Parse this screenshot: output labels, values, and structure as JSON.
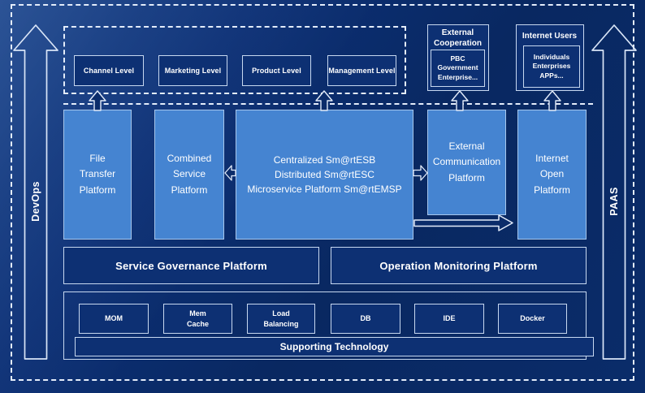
{
  "diagram": {
    "rails": {
      "left_label": "DevOps",
      "right_label": "PAAS"
    },
    "levels": {
      "items": [
        {
          "label": "Channel Level"
        },
        {
          "label": "Marketing Level"
        },
        {
          "label": "Product Level"
        },
        {
          "label": "Management Level"
        }
      ]
    },
    "external_cooperation": {
      "title": "External\nCooperation",
      "body": "PBC Government\nEnterprise..."
    },
    "internet_users": {
      "title": "Internet Users",
      "body": "Individuals\nEnterprises\nAPPs..."
    },
    "platforms": {
      "file_transfer": "File\nTransfer\nPlatform",
      "combined_service": "Combined\nService\nPlatform",
      "esb_suite": "Centralized Sm@rtESB\nDistributed Sm@rtESC\nMicroservice Platform Sm@rtEMSP",
      "external_communication": "External\nCommunication\nPlatform",
      "internet_open": "Internet\nOpen\nPlatform"
    },
    "governance": {
      "service": "Service Governance Platform",
      "operation": "Operation Monitoring Platform"
    },
    "supporting": {
      "title": "Supporting Technology",
      "items": [
        {
          "label": "MOM"
        },
        {
          "label": "Mem\nCache"
        },
        {
          "label": "Load\nBalancing"
        },
        {
          "label": "DB"
        },
        {
          "label": "IDE"
        },
        {
          "label": "Docker"
        }
      ]
    },
    "colors": {
      "background": "#0a2c6a",
      "panel_dark": "#0d3073",
      "panel_light": "#4584d1",
      "border_light": "#c7d8f0",
      "text": "#ffffff"
    }
  }
}
